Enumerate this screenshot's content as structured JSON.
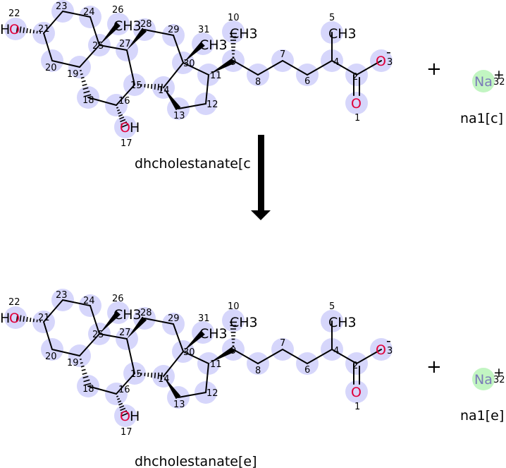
{
  "reaction": {
    "reactants": {
      "compound_name": "dhcholestanate[c",
      "ion_name": "na1[c]",
      "plus_sign": "+"
    },
    "products": {
      "compound_name": "dhcholestanate[e]",
      "ion_name": "na1[e]",
      "plus_sign": "+"
    },
    "arrow": "down-arrow"
  },
  "molecule": {
    "atom_labels": {
      "o1": "O",
      "o3": "O",
      "charge3": "-",
      "c5": "CH3",
      "c10": "CH3",
      "c26": "CH3",
      "c31": "CH3",
      "o17_o": "O",
      "o17_h": "H",
      "o22_h": "H",
      "o22_o": "O"
    },
    "indices": [
      "1",
      "2",
      "3",
      "4",
      "5",
      "6",
      "7",
      "8",
      "9",
      "10",
      "11",
      "12",
      "13",
      "14",
      "15",
      "16",
      "17",
      "18",
      "19",
      "20",
      "21",
      "22",
      "23",
      "24",
      "25",
      "26",
      "27",
      "28",
      "29",
      "30",
      "31"
    ]
  },
  "ion": {
    "symbol": "Na",
    "charge": "+",
    "index": "32"
  },
  "colors": {
    "highlight": "#d6d6fb",
    "ion_highlight": "#c2f5c2",
    "oxygen": "#e0003a",
    "sodium": "#7b7bb8"
  }
}
